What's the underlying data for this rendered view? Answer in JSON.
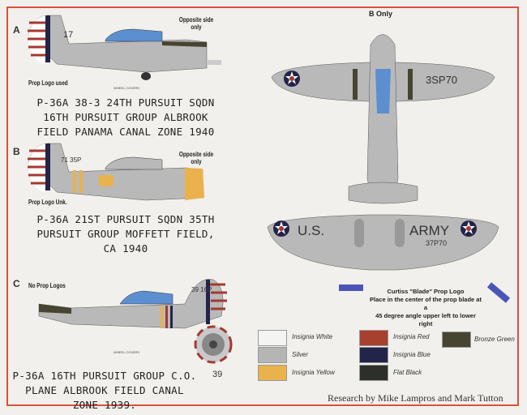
{
  "profiles": [
    {
      "letter": "A",
      "note_opposite": "Opposite side only",
      "prop_note": "Prop Logo used",
      "wheel": "WHEEL COVERS",
      "code": "17",
      "title": [
        "P-36A 38-3 24TH PURSUIT SQDN",
        "16TH PURSUIT GROUP ALBROOK",
        "FIELD PANAMA CANAL ZONE 1940"
      ]
    },
    {
      "letter": "B",
      "note_opposite": "Opposite side only",
      "prop_note": "Prop Logo Unk.",
      "code": "71 35P",
      "title": [
        "P-36A 21ST PURSUIT SQDN 35TH",
        "PURSUIT GROUP MOFFETT FIELD,",
        "CA 1940"
      ]
    },
    {
      "letter": "C",
      "prop_note": "No Prop Logos",
      "wheel": "WHEEL COVERS",
      "code": "39 16P",
      "wheel_number": "39",
      "title": [
        "P-36A 16TH PURSUIT GROUP C.O.",
        "PLANE ALBROOK FIELD CANAL",
        "ZONE 1939."
      ]
    }
  ],
  "plan": {
    "b_only": "B Only",
    "top_code": "3SP70",
    "us": "U.S.",
    "army": "ARMY",
    "bottom_code": "37P70"
  },
  "prop_logo": {
    "title": "Curtiss \"Blade\" Prop Logo",
    "line1": "Place in the center of the prop blade at a",
    "line2": "45 degree angle upper left to lower right"
  },
  "legend": [
    {
      "label": "Insignia White",
      "color": "#f4f4f2"
    },
    {
      "label": "Silver",
      "color": "#b5b5b5"
    },
    {
      "label": "Insignia Yellow",
      "color": "#e9b24c"
    },
    {
      "label": "Insignia Red",
      "color": "#a8402e"
    },
    {
      "label": "Insignia Blue",
      "color": "#23244a"
    },
    {
      "label": "Flat Black",
      "color": "#2c2f2a"
    },
    {
      "label": "Bronze Green",
      "color": "#474431"
    }
  ],
  "credit": "Research by Mike Lampros and Mark Tutton"
}
